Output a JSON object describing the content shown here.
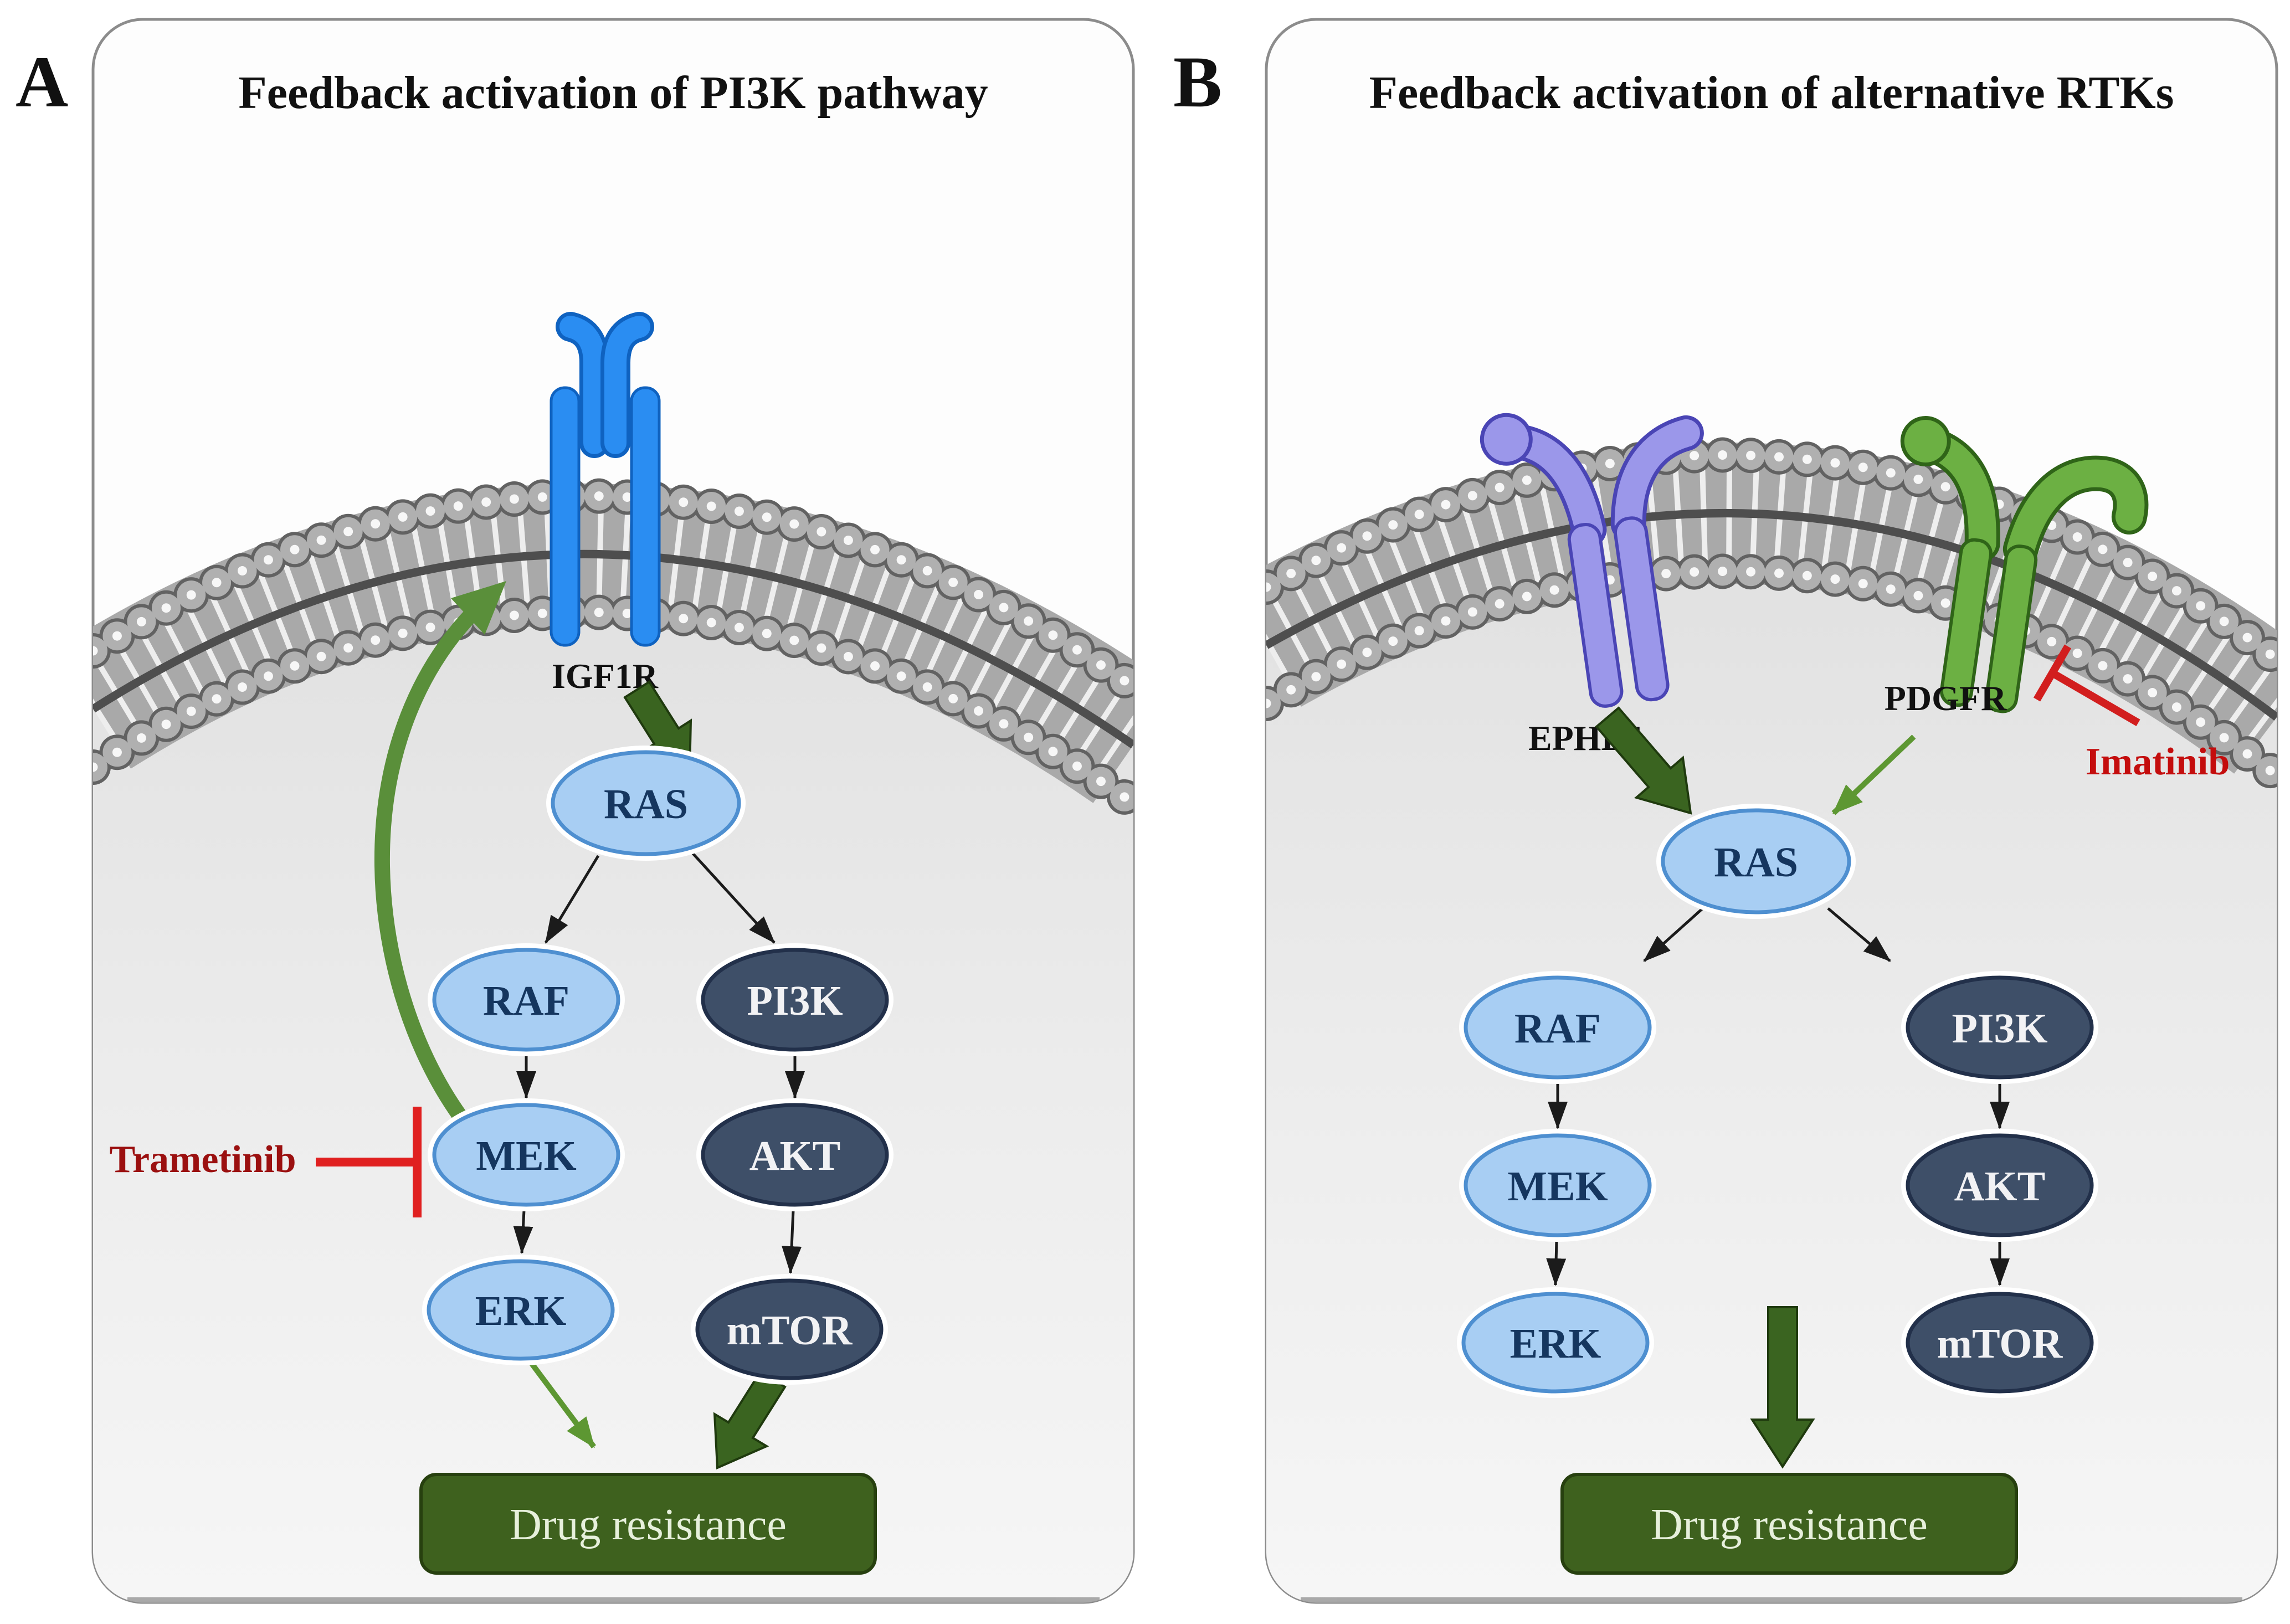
{
  "figure": {
    "panels": [
      {
        "letter": "A",
        "title": "Feedback activation of PI3K pathway",
        "receptor": "IGF1R",
        "inhibitor": "Trametinib",
        "nodes": {
          "ras": "RAS",
          "raf": "RAF",
          "mek": "MEK",
          "erk": "ERK",
          "pi3k": "PI3K",
          "akt": "AKT",
          "mtor": "mTOR"
        },
        "outcome": "Drug resistance"
      },
      {
        "letter": "B",
        "title": "Feedback activation of alternative RTKs",
        "receptor_left": "EPHB4",
        "receptor_right": "PDGFR",
        "inhibitor": "Imatinib",
        "nodes": {
          "ras": "RAS",
          "raf": "RAF",
          "mek": "MEK",
          "erk": "ERK",
          "pi3k": "PI3K",
          "akt": "AKT",
          "mtor": "mTOR"
        },
        "outcome": "Drug resistance"
      }
    ],
    "colors": {
      "node_light_fill": "#a8cef3",
      "node_light_border": "#4e8fd0",
      "node_dark_fill": "#3e4f68",
      "node_dark_border": "#22304a",
      "outcome_box_green": "#3e611e",
      "block_arrow_green": "#3a6420",
      "feedback_arrow_green": "#5a8f3a",
      "thin_arrow_green": "#5d9732",
      "inhibitor_bar_red": "#e02020",
      "trametinib_text_red": "#9b1010",
      "imatinib_text_red": "#c40d0d",
      "receptor_igf1r_blue": "#2a8df2",
      "receptor_ephb4_purple": "#9b97ea",
      "receptor_pdgfr_green": "#6cb043",
      "membrane_gray": "#ababab"
    }
  }
}
